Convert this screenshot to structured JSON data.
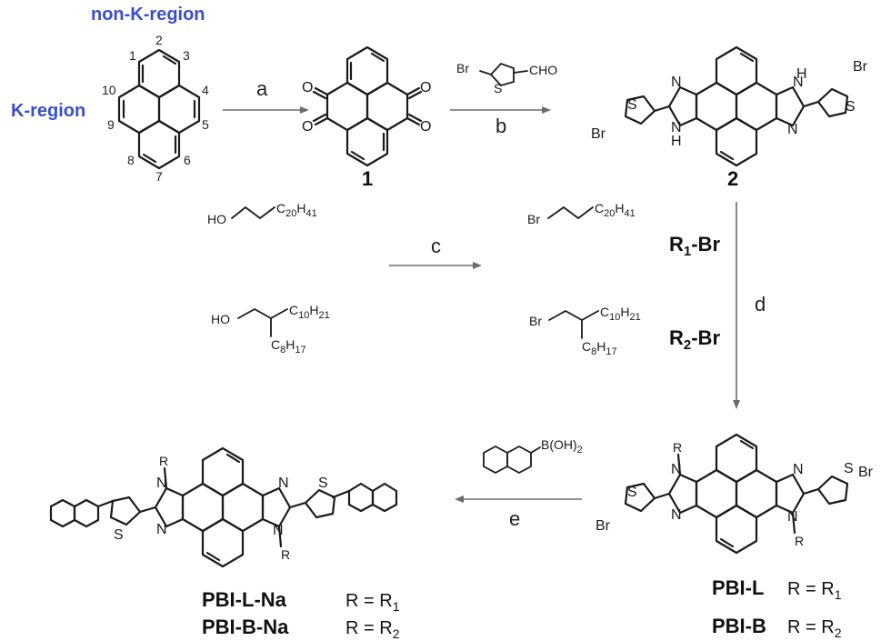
{
  "regions": {
    "non_k": "non-K-region",
    "k": "K-region"
  },
  "pyrene_positions": [
    "1",
    "2",
    "3",
    "4",
    "5",
    "6",
    "7",
    "8",
    "9",
    "10"
  ],
  "steps": {
    "a": "a",
    "b": "b",
    "c": "c",
    "d": "d",
    "e": "e"
  },
  "reagent_b": {
    "br": "Br",
    "s": "S",
    "cho": "CHO"
  },
  "reagent_e": {
    "b": "B(OH)",
    "sub": "2"
  },
  "compounds": {
    "c1": "1",
    "c2": "2",
    "alcohol_l": {
      "ho": "HO",
      "c": "C",
      "c_sub": "20",
      "h": "H",
      "h_sub": "41"
    },
    "alcohol_b": {
      "ho": "HO",
      "c1": "C",
      "c1_sub": "10",
      "h1": "H",
      "h1_sub": "21",
      "c2": "C",
      "c2_sub": "8",
      "h2": "H",
      "h2_sub": "17"
    },
    "bromide_l": {
      "br": "Br",
      "c": "C",
      "c_sub": "20",
      "h": "H",
      "h_sub": "41"
    },
    "bromide_b": {
      "br": "Br",
      "c1": "C",
      "c1_sub": "10",
      "h1": "H",
      "h1_sub": "21",
      "c2": "C",
      "c2_sub": "8",
      "h2": "H",
      "h2_sub": "17"
    },
    "r1_br": {
      "r": "R",
      "sub": "1",
      "rest": "-Br"
    },
    "r2_br": {
      "r": "R",
      "sub": "2",
      "rest": "-Br"
    }
  },
  "atoms": {
    "o": "O",
    "n": "N",
    "h": "H",
    "s": "S",
    "br": "Br",
    "r": "R"
  },
  "labels": {
    "pbi_l": "PBI-L",
    "pbi_b": "PBI-B",
    "pbi_l_na": "PBI-L-Na",
    "pbi_b_na": "PBI-B-Na",
    "r_eq": "R = R",
    "sub1": "1",
    "sub2": "2"
  }
}
